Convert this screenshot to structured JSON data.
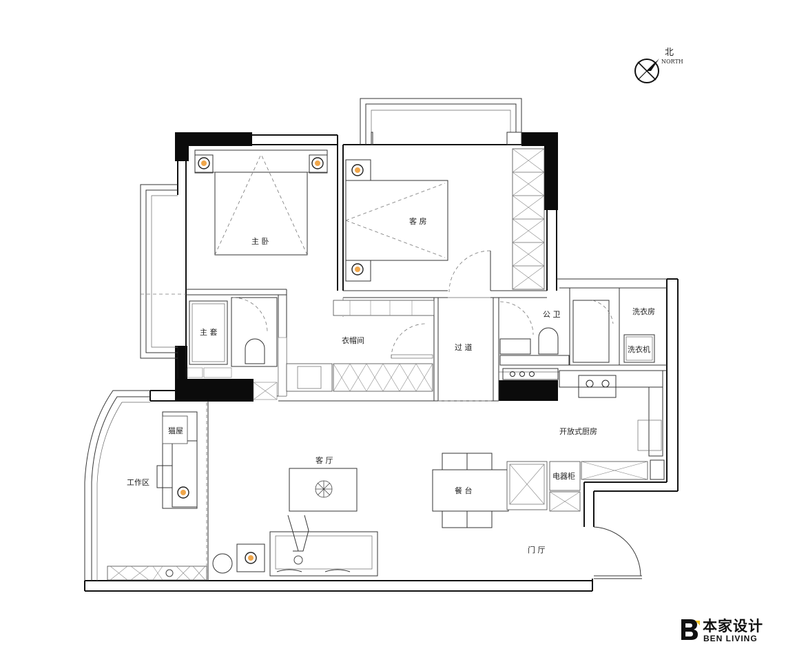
{
  "compass": {
    "cn": "北",
    "en": "NORTH"
  },
  "rooms": {
    "master_bedroom": "主 卧",
    "guest_room": "客 房",
    "master_bath": "主 套",
    "cloakroom": "衣帽间",
    "corridor": "过 道",
    "public_bath": "公 卫",
    "laundry_room": "洗衣房",
    "washer": "洗衣机",
    "cat_house": "猫屋",
    "work_area": "工作区",
    "living_room": "客 厅",
    "open_kitchen": "开放式厨房",
    "dining_table": "餐 台",
    "appliance_cabinet": "电器柜",
    "foyer": "门 厅"
  },
  "logo": {
    "cn": "本家设计",
    "en": "BEN LIVING"
  },
  "colors": {
    "wall": "#0b0b0b",
    "lamp_fill": "#f0a64a",
    "line": "#333333"
  }
}
